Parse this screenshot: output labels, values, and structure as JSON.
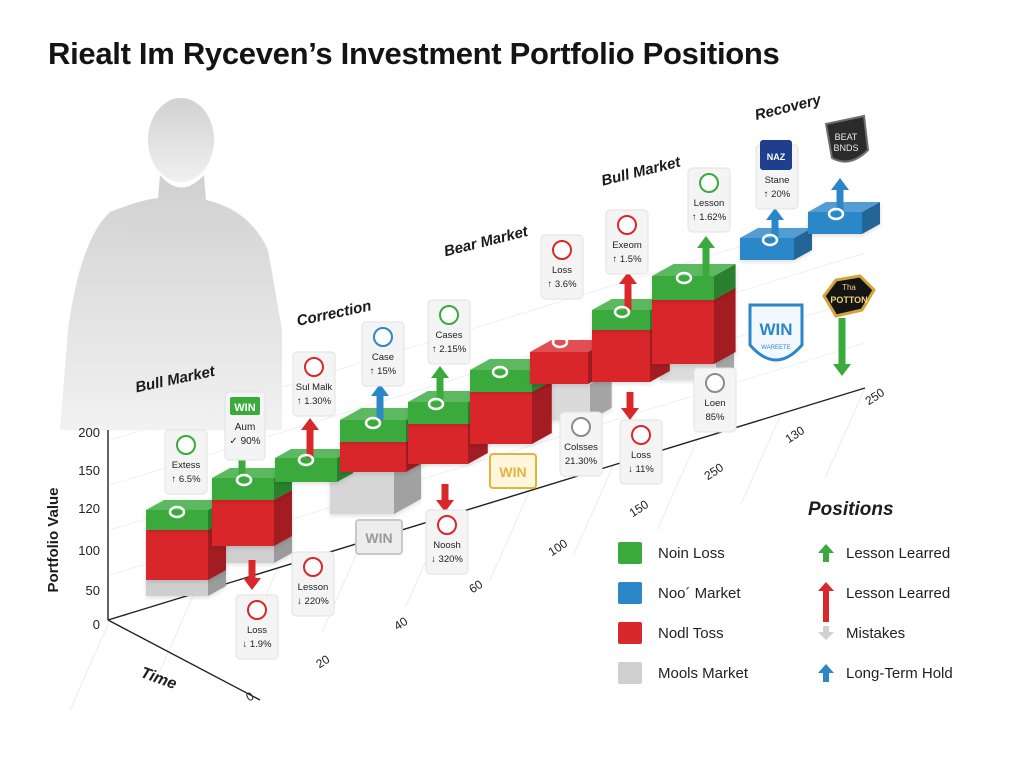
{
  "page": {
    "title": "Riealt Im Ryceven’s Investment Portfolio Positions"
  },
  "colors": {
    "green": "#3aaa3c",
    "red": "#d9282c",
    "blue": "#2c87c8",
    "gray": "#cfcfcf",
    "gold": "#e4b33c",
    "ink": "#1d1d1d"
  },
  "chart_data": {
    "type": "bar",
    "title": "Riealt Im Ryceven’s Investment Portfolio Positions",
    "xlabel": "Time",
    "ylabel": "Portfolio Value",
    "x_ticks": [
      "0",
      "20",
      "40",
      "60",
      "100",
      "150",
      "250",
      "130",
      "250"
    ],
    "y_ticks": [
      "0",
      "50",
      "100",
      "120",
      "150",
      "200"
    ],
    "phases": [
      "Bull Market",
      "Correction",
      "Bear Market",
      "Bull Market",
      "Recovery"
    ],
    "grid": true,
    "legend_position": "bottom-right",
    "steps": [
      {
        "label": "Extess",
        "value": "6.5%",
        "color": "green",
        "arrow": "up",
        "win": false
      },
      {
        "label": "Loss",
        "value": "1.9%",
        "color": "red",
        "arrow": "down",
        "win": false
      },
      {
        "label": "Aum",
        "value": "90%",
        "color": "green",
        "arrow": "up",
        "win": true
      },
      {
        "label": "Lesson",
        "value": "220%",
        "color": "red",
        "arrow": "down",
        "win": false
      },
      {
        "label": "Sul Malk",
        "value": "1.30%",
        "color": "red",
        "arrow": "up",
        "win": false
      },
      {
        "label": "WIN",
        "value": "",
        "color": "gray",
        "arrow": "up",
        "win": true
      },
      {
        "label": "Case",
        "value": "15%",
        "color": "blue",
        "arrow": "up",
        "win": false
      },
      {
        "label": "Noosh",
        "value": "320%",
        "color": "red",
        "arrow": "down",
        "win": false
      },
      {
        "label": "Cases",
        "value": "2.15%",
        "color": "green",
        "arrow": "up",
        "win": false
      },
      {
        "label": "WIN",
        "value": "",
        "color": "gold",
        "arrow": "none",
        "win": true
      },
      {
        "label": "Colsses",
        "value": "21.30%",
        "color": "gray",
        "arrow": "none",
        "win": false
      },
      {
        "label": "Loss",
        "value": "3.6%",
        "color": "red",
        "arrow": "up",
        "win": false
      },
      {
        "label": "Loss",
        "value": "11%",
        "color": "red",
        "arrow": "down",
        "win": false
      },
      {
        "label": "Exeom",
        "value": "1.5%",
        "color": "red",
        "arrow": "up",
        "win": false
      },
      {
        "label": "Lesson",
        "value": "1.62%",
        "color": "green",
        "arrow": "up",
        "win": false
      },
      {
        "label": "Loen",
        "value": "85%",
        "color": "gray",
        "arrow": "none",
        "win": false
      },
      {
        "label": "Stane",
        "value": "20%",
        "color": "blue",
        "arrow": "up",
        "win": false
      },
      {
        "label": "WIN",
        "value": "",
        "color": "blue",
        "arrow": "none",
        "win": true
      }
    ],
    "legend": {
      "title": "Positions",
      "colors": [
        {
          "label": "Noin Loss",
          "color": "green"
        },
        {
          "label": "Noo´ Market",
          "color": "blue"
        },
        {
          "label": "Nodl Toss",
          "color": "red"
        },
        {
          "label": "Mools Market",
          "color": "gray"
        }
      ],
      "arrows": [
        {
          "label": "Lesson Learred",
          "icon": "green-arrow-up-icon"
        },
        {
          "label": "Lesson Learred",
          "icon": "red-arrow-up-icon"
        },
        {
          "label": "Mistakes",
          "icon": "gray-arrow-down-icon"
        },
        {
          "label": "Long-Term Hold",
          "icon": "blue-arrow-up-icon"
        }
      ]
    }
  },
  "badges": {
    "win_label": "WIN",
    "win_sub": "WAREETE",
    "shield_top": "BEAT",
    "shield_bottom": "BNDS",
    "sign_top": "Tha",
    "sign_main": "POTTON",
    "blue_card": "NAZ"
  }
}
